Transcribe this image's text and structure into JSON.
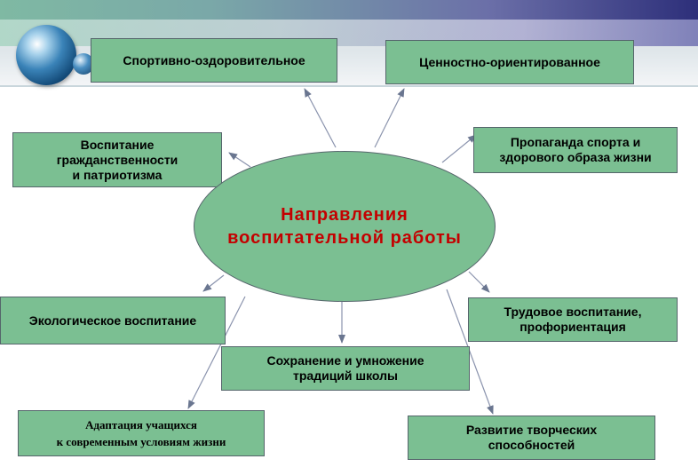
{
  "center": {
    "label": "Направления\nвоспитательной  работы",
    "text_color": "#c40000",
    "fill_color": "#7bbf92"
  },
  "nodes": [
    {
      "id": "sport-health",
      "label": "Спортивно-оздоровительное"
    },
    {
      "id": "value-oriented",
      "label": "Ценностно-ориентированное"
    },
    {
      "id": "citizenship",
      "label": "Воспитание\nгражданственности\nи патриотизма"
    },
    {
      "id": "sport-propaganda",
      "label": "Пропаганда спорта и\nздорового образа жизни"
    },
    {
      "id": "ecological",
      "label": "Экологическое воспитание"
    },
    {
      "id": "labor",
      "label": "Трудовое воспитание,\nпрофориентация"
    },
    {
      "id": "traditions",
      "label": "Сохранение и умножение\nтрадиций школы"
    },
    {
      "id": "adaptation",
      "label": "Адаптация учащихся\nк современным условиям жизни"
    },
    {
      "id": "creativity",
      "label": "Развитие творческих\nспособностей"
    }
  ],
  "icons": {
    "logo": "globe-icon"
  }
}
